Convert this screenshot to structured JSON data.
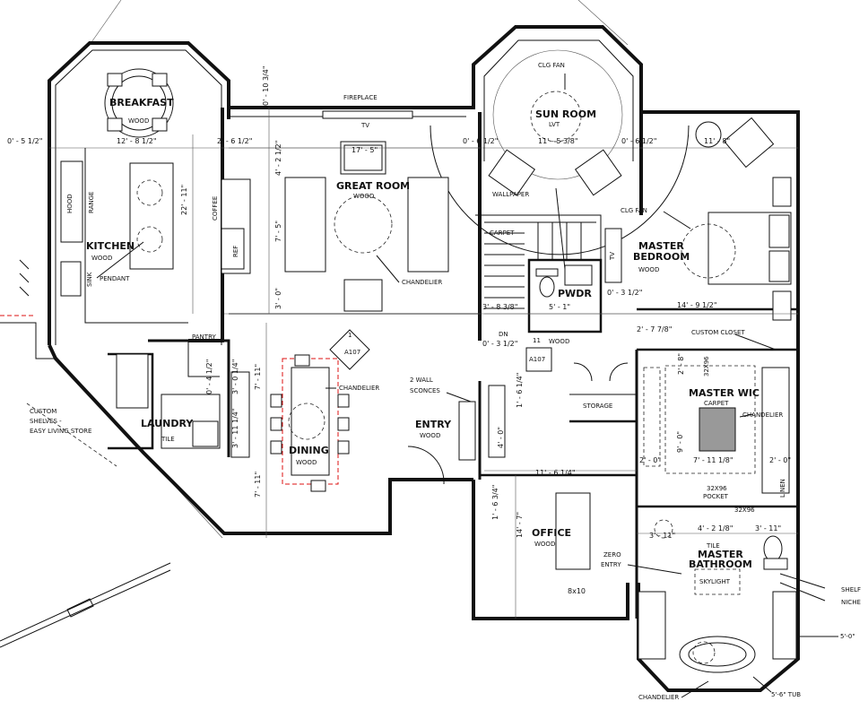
{
  "rooms": {
    "breakfast": {
      "name": "BREAKFAST",
      "floor": "WOOD",
      "dim": "12' - 8 1/2\""
    },
    "kitchen": {
      "name": "KITCHEN",
      "floor": "WOOD"
    },
    "great_room": {
      "name": "GREAT ROOM",
      "floor": "WOOD"
    },
    "sun_room": {
      "name": "SUN ROOM",
      "floor": "LVT"
    },
    "master_bedroom": {
      "name1": "MASTER",
      "name2": "BEDROOM",
      "floor": "WOOD"
    },
    "pwdr": {
      "name": "PWDR"
    },
    "dining": {
      "name": "DINING",
      "floor": "WOOD"
    },
    "entry": {
      "name": "ENTRY",
      "floor": "WOOD"
    },
    "laundry": {
      "name": "LAUNDRY",
      "floor": "TILE"
    },
    "pantry": {
      "name": "PANTRY"
    },
    "master_wic": {
      "name": "MASTER WIC",
      "floor": "CARPET"
    },
    "office": {
      "name": "OFFICE",
      "floor": "WOOD",
      "size": "8x10"
    },
    "master_bathroom": {
      "name1": "MASTER",
      "name2": "BATHROOM",
      "floor": "TILE"
    },
    "storage": {
      "name": "STORAGE"
    }
  },
  "labels": {
    "fireplace": "FIREPLACE",
    "tv_great": "TV",
    "tv_bed": "TV",
    "clg_fan_sun": "CLG FAN",
    "clg_fan_bed": "CLG FAN",
    "wallpaper": "WALLPAPER",
    "carpet_stair": "CARPET",
    "chandelier_great": "CHANDELIER",
    "chandelier_dining": "CHANDELIER",
    "chandelier_wic": "CHANDELIER",
    "chandelier_bath": "CHANDELIER",
    "pendant": "PENDANT",
    "range": "RANGE",
    "hood": "HOOD",
    "sink": "SINK",
    "coffee": "COFFEE",
    "ref": "REF",
    "custom_closet": "CUSTOM CLOSET",
    "wall_sconces_1": "2 WALL",
    "wall_sconces_2": "SCONCES",
    "custom_shelves_1": "CUSTOM",
    "custom_shelves_2": "SHELVES -",
    "custom_shelves_3": "EASY LIVING STORE",
    "pocket_1": "32X96",
    "pocket_2": "POCKET",
    "pocket_small": "32X96",
    "pocket_wic": "32X96",
    "linen": "LINEN",
    "zero_entry_1": "ZERO",
    "zero_entry_2": "ENTRY",
    "skylight": "SKYLIGHT",
    "shelf": "SHELF",
    "niche": "NICHE",
    "tub": "5'-6\" TUB",
    "five_zero": "5'-0\"",
    "wood_pwdr": "WOOD",
    "a107_1": "A107",
    "a107_2": "A107",
    "tag_1": "1",
    "tag_11": "11",
    "dn": "DN"
  },
  "dims": {
    "d_0_5_half": "0' - 5 1/2\"",
    "d_0_10_34": "0' - 10 3/4\"",
    "d_2_6_half": "2' - 6 1/2\"",
    "d_17_5": "17' - 5\"",
    "d_4_2_half": "4' - 2 1/2\"",
    "d_7_5": "7' - 5\"",
    "d_3_0": "3' - 0\"",
    "d_22_11": "22' - 11\"",
    "d_0_6_half_a": "0' - 6 1/2\"",
    "d_11_5_38": "11' - 5 3/8\"",
    "d_0_6_half_b": "0' - 6 1/2\"",
    "d_11_8": "11' - 8\"",
    "d_14_9_half": "14' - 9 1/2\"",
    "d_0_3_half_a": "0' - 3 1/2\"",
    "d_3_8_38": "3' - 8 3/8\"",
    "d_5_1": "5' - 1\"",
    "d_0_3_half_b": "0' - 3 1/2\"",
    "d_2_7_78": "2' - 7 7/8\"",
    "d_2_8": "2' - 8\"",
    "d_0_4_half": "0' - 4 1/2\"",
    "d_3_0_14": "3' - 0 1/4\"",
    "d_7_11_a": "7' - 11\"",
    "d_3_11_14": "3' - 11 1/4\"",
    "d_7_11_b": "7' - 11\"",
    "d_1_6_14": "1' - 6 1/4\"",
    "d_4_0": "4' - 0\"",
    "d_9_0": "9' - 0\"",
    "d_2_0_a": "2' - 0\"",
    "d_7_11_18": "7' - 11 1/8\"",
    "d_2_0_b": "2' - 0\"",
    "d_11_6_14": "11' - 6 1/4\"",
    "d_1_6_34": "1' - 6 3/4\"",
    "d_14_7": "14' - 7\"",
    "d_3_11_a": "3' - 11\"",
    "d_4_2_18": "4' - 2 1/8\"",
    "d_3_11_b": "3' - 11\""
  }
}
